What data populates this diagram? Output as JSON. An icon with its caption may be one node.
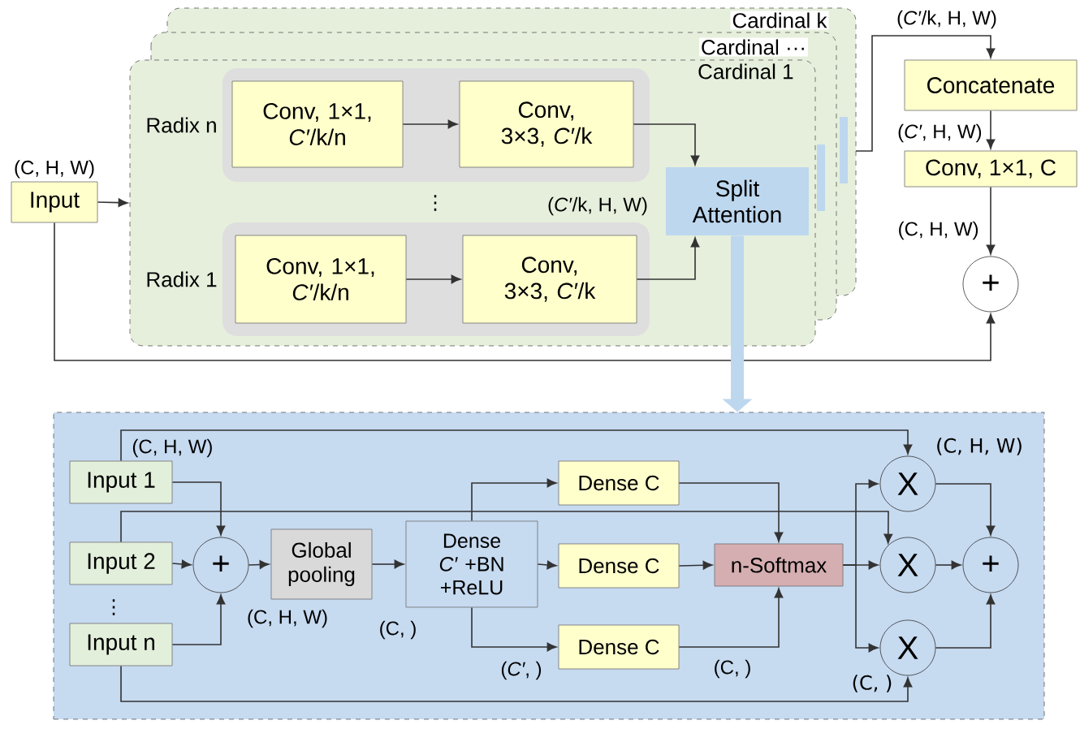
{
  "diagram": {
    "nodes": [
      {
        "text": [
          "Input"
        ],
        "beside": [
          "(C, H, W)"
        ]
      },
      {
        "text": [
          "Cardinal k"
        ]
      },
      {
        "text": [
          "Cardinal ···"
        ]
      },
      {
        "text": [
          "Cardinal 1"
        ]
      },
      {
        "text": [
          "Radix n"
        ],
        "in": 3
      },
      {
        "text": [
          "Conv, 1×1, *C′*/k/n"
        ],
        "in": 4
      },
      {
        "text": [
          "Conv, 3×3, *C′*/k"
        ],
        "in": 4
      },
      {
        "text": [
          "Radix 1"
        ],
        "in": 3
      },
      {
        "text": [
          "Conv, 1×1, *C′*/k/n"
        ],
        "in": 7
      },
      {
        "text": [
          "Conv, 3×3, *C′*/k"
        ],
        "in": 7
      },
      {
        "text": [
          "Split Attention"
        ],
        "in": 3
      },
      {
        "text": [
          "Concatenate"
        ]
      },
      {
        "text": [
          "Conv, 1×1, C"
        ]
      },
      {
        "text": [
          "+"
        ]
      },
      {
        "text": [],
        "shape": "box"
      },
      {
        "text": [
          "Input 1"
        ],
        "in": 14
      },
      {
        "text": [
          "Input 2"
        ],
        "in": 14
      },
      {
        "text": [
          "Input n"
        ],
        "in": 14
      },
      {
        "text": [
          "+"
        ],
        "in": 14
      },
      {
        "text": [
          "Global pooling"
        ],
        "in": 14
      },
      {
        "text": [
          "Dense *C′* +BN +ReLU"
        ],
        "in": 14
      },
      {
        "text": [
          "Dense C"
        ],
        "in": 14
      },
      {
        "text": [
          "Dense C"
        ],
        "in": 14
      },
      {
        "text": [
          "Dense C"
        ],
        "in": 14
      },
      {
        "text": [
          "n-Softmax"
        ],
        "in": 14
      },
      {
        "text": [
          "X"
        ],
        "in": 14
      },
      {
        "text": [
          "X"
        ],
        "in": 14
      },
      {
        "text": [
          "X"
        ],
        "in": 14
      },
      {
        "text": [
          "+"
        ],
        "in": 14
      }
    ],
    "edges": [
      {
        "from": 0,
        "to": 3,
        "arrow": "to"
      },
      {
        "from": 5,
        "to": 6,
        "arrow": "to"
      },
      {
        "from": 8,
        "to": 9,
        "arrow": "to"
      },
      {
        "from": 6,
        "to": 10,
        "arrow": "to"
      },
      {
        "from": 9,
        "to": 10,
        "arrow": "to",
        "label": "(*C′*/k, H, W)"
      },
      {
        "from": null,
        "to": 11,
        "arrow": "to",
        "label": "(*C′*/k, H, W)"
      },
      {
        "from": 11,
        "to": 12,
        "arrow": "to",
        "label": "(*C′*, H, W)"
      },
      {
        "from": 12,
        "to": 13,
        "arrow": "to",
        "label": "(C, H, W)"
      },
      {
        "from": 0,
        "to": 13,
        "arrow": "to"
      },
      {
        "from": 10,
        "to": 14,
        "arrow": "to",
        "style": "thick",
        "color": "#bdd7ee"
      },
      {
        "from": 15,
        "to": 18,
        "arrow": "to"
      },
      {
        "from": 16,
        "to": 18,
        "arrow": "to"
      },
      {
        "from": 17,
        "to": 18,
        "arrow": "to"
      },
      {
        "from": 18,
        "to": 19,
        "arrow": "to",
        "label": "(C, H, W)"
      },
      {
        "from": 19,
        "to": 20,
        "arrow": "to",
        "label": "(C, )"
      },
      {
        "from": 20,
        "to": 21,
        "arrow": "to"
      },
      {
        "from": 20,
        "to": 22,
        "arrow": "to"
      },
      {
        "from": 20,
        "to": 23,
        "arrow": "to",
        "label": "(*C′*, )"
      },
      {
        "from": 21,
        "to": 24,
        "arrow": "to"
      },
      {
        "from": 22,
        "to": 24,
        "arrow": "to"
      },
      {
        "from": 23,
        "to": 24,
        "arrow": "to",
        "label": "(C, )"
      },
      {
        "from": 24,
        "to": 25,
        "arrow": "to"
      },
      {
        "from": 24,
        "to": 26,
        "arrow": "to"
      },
      {
        "from": 24,
        "to": 27,
        "arrow": "to"
      },
      {
        "from": 15,
        "to": 25,
        "arrow": "to",
        "label": "(C, H, W)"
      },
      {
        "from": 16,
        "to": 26,
        "arrow": "to"
      },
      {
        "from": 17,
        "to": 27,
        "arrow": "to"
      },
      {
        "from": 25,
        "to": 28,
        "arrow": "to"
      },
      {
        "from": 26,
        "to": 28,
        "arrow": "to"
      },
      {
        "from": 27,
        "to": 28,
        "arrow": "to"
      }
    ],
    "labels": [
      "⋮",
      "(C, H, W)",
      "⋮",
      "(C, )"
    ]
  }
}
